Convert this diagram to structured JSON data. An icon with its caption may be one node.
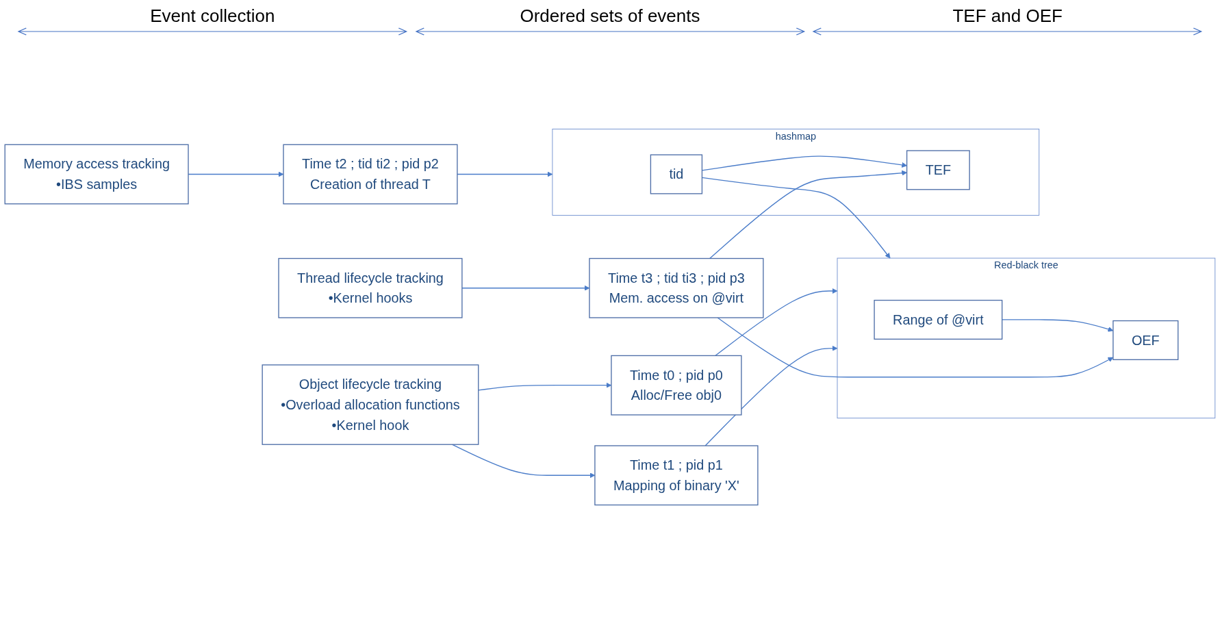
{
  "diagram": {
    "nodes": [
      {
        "text": [
          "Object lifecycle tracking",
          "•Overload allocation functions",
          "•Kernel hook"
        ]
      },
      {
        "text": [
          "Memory access tracking",
          "•IBS samples"
        ]
      },
      {
        "text": [
          "Thread lifecycle tracking",
          "•Kernel hooks"
        ]
      },
      {
        "text": [
          "Time t0 ; pid p0",
          "Alloc/Free obj0"
        ]
      },
      {
        "text": [
          "Time t1 ; pid p1",
          "Mapping of binary 'X'"
        ]
      },
      {
        "text": [
          "Time t2 ; tid ti2 ; pid p2",
          "Creation of thread T"
        ]
      },
      {
        "text": [
          "Time t3 ; tid ti3 ; pid p3",
          "Mem. access on @virt"
        ]
      },
      {
        "text": [
          "Red-black tree"
        ]
      },
      {
        "text": [
          "Range of @virt"
        ],
        "in": 7
      },
      {
        "text": [
          "OEF"
        ],
        "in": 7
      },
      {
        "text": [
          "hashmap"
        ]
      },
      {
        "text": [
          "tid"
        ],
        "in": 10
      },
      {
        "text": [
          "TEF"
        ],
        "in": 10
      }
    ],
    "edges": [
      {
        "from": 0,
        "to": 3,
        "arrow": "to"
      },
      {
        "from": 0,
        "to": 4,
        "arrow": "to"
      },
      {
        "from": 1,
        "to": 5,
        "arrow": "to"
      },
      {
        "from": 2,
        "to": 6,
        "arrow": "to"
      },
      {
        "from": 3,
        "to": 7,
        "arrow": "to"
      },
      {
        "from": 4,
        "to": 7,
        "arrow": "to"
      },
      {
        "from": 5,
        "to": 10,
        "arrow": "to"
      },
      {
        "from": 8,
        "to": 9,
        "arrow": "to"
      },
      {
        "from": 11,
        "to": 7,
        "arrow": "to"
      },
      {
        "from": 11,
        "to": 12,
        "arrow": "to"
      },
      {
        "from": 6,
        "to": 12,
        "arrow": "to"
      },
      {
        "from": 6,
        "to": 9,
        "arrow": "to"
      }
    ],
    "labels": [
      "Event collection",
      "Ordered sets of events",
      "TEF and OEF"
    ]
  }
}
